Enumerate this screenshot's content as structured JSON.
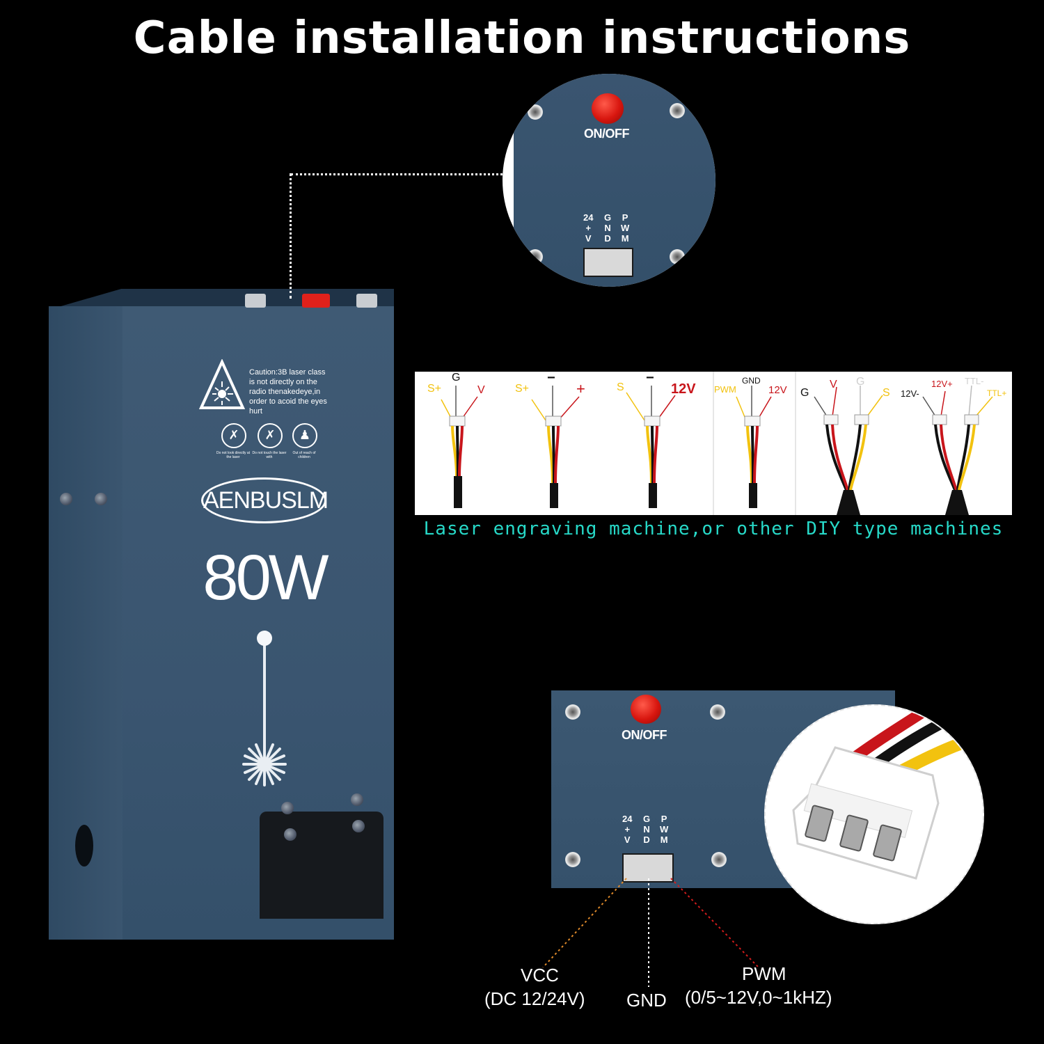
{
  "title": "Cable installation instructions",
  "module": {
    "caution": "Caution:3B laser class is not directly on the radio thenakedeye,in order to acoid the eyes hurt",
    "warnings": [
      "Do not look directly at the laser",
      "Do not touch the laser with",
      "Out of reach of children"
    ],
    "brand": "AENBUSLM",
    "power": "80W"
  },
  "zoom": {
    "switch_label": "ON/OFF",
    "pins": [
      "24\n+\nV",
      "G\nN\nD",
      "P\nW\nM"
    ]
  },
  "wiring": {
    "example1": {
      "left": "S+",
      "mid": "G",
      "right": "V"
    },
    "example2": {
      "left": "S+",
      "mid": "−",
      "right": "+"
    },
    "example3": {
      "left": "S",
      "mid": "−",
      "right": "12V"
    },
    "example4": {
      "left": "PWM",
      "mid": "GND",
      "right": "12V"
    },
    "example5": {
      "a": "G",
      "b": "V",
      "c": "G",
      "d": "S"
    },
    "example6": {
      "a": "12V-",
      "b": "12V+",
      "c": "TTL-",
      "d": "TTL+"
    },
    "caption": "Laser engraving machine,or other DIY type machines"
  },
  "panel": {
    "switch_label": "ON/OFF",
    "pins": [
      "24\n+\nV",
      "G\nN\nD",
      "P\nW\nM"
    ]
  },
  "signals": {
    "vcc": "VCC",
    "vcc_range": "(DC  12/24V)",
    "gnd": "GND",
    "pwm": "PWM",
    "pwm_range": "(0/5~12V,0~1kHZ)"
  },
  "colors": {
    "module_blue": "#3a5570",
    "caption_teal": "#27d9c8",
    "wire_red": "#c8151b",
    "wire_yellow": "#f2c20f",
    "vcc_line": "#e08a2a",
    "pwm_line": "#d21c1c"
  }
}
